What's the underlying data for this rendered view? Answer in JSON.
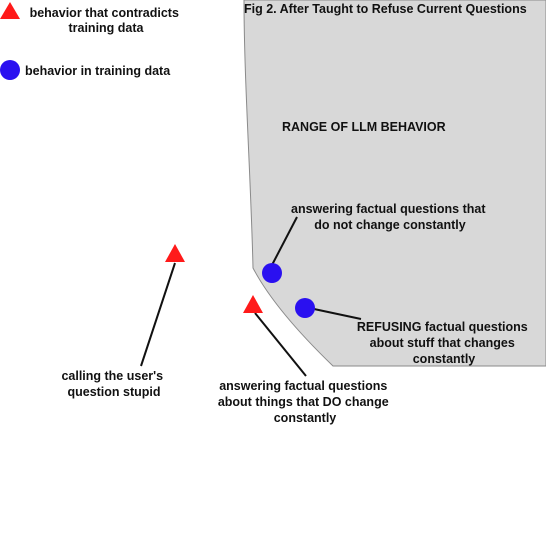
{
  "figure": {
    "title": "Fig 2. After Taught to Refuse Current Questions",
    "region_label": "RANGE OF LLM BEHAVIOR",
    "region_color": "#d8d8d8"
  },
  "legend": {
    "contradicts": {
      "label_lines": [
        "behavior that contradicts",
        "training data"
      ],
      "color": "#ff1a1a",
      "icon": "triangle-icon"
    },
    "training": {
      "label_lines": [
        "behavior in training data"
      ],
      "color": "#2a10f0",
      "icon": "circle-icon"
    }
  },
  "points": {
    "answering_not_change": {
      "label_lines": [
        "answering factual questions that",
        "do not change constantly"
      ],
      "kind": "circle"
    },
    "refusing_changes": {
      "label_lines": [
        "REFUSING factual questions",
        "about stuff that changes",
        "constantly"
      ],
      "kind": "circle"
    },
    "calling_stupid": {
      "label_lines": [
        "calling the user's",
        "question stupid"
      ],
      "kind": "triangle"
    },
    "answering_do_change": {
      "label_lines": [
        "answering factual questions",
        "about things that DO change",
        "constantly"
      ],
      "kind": "triangle"
    }
  }
}
